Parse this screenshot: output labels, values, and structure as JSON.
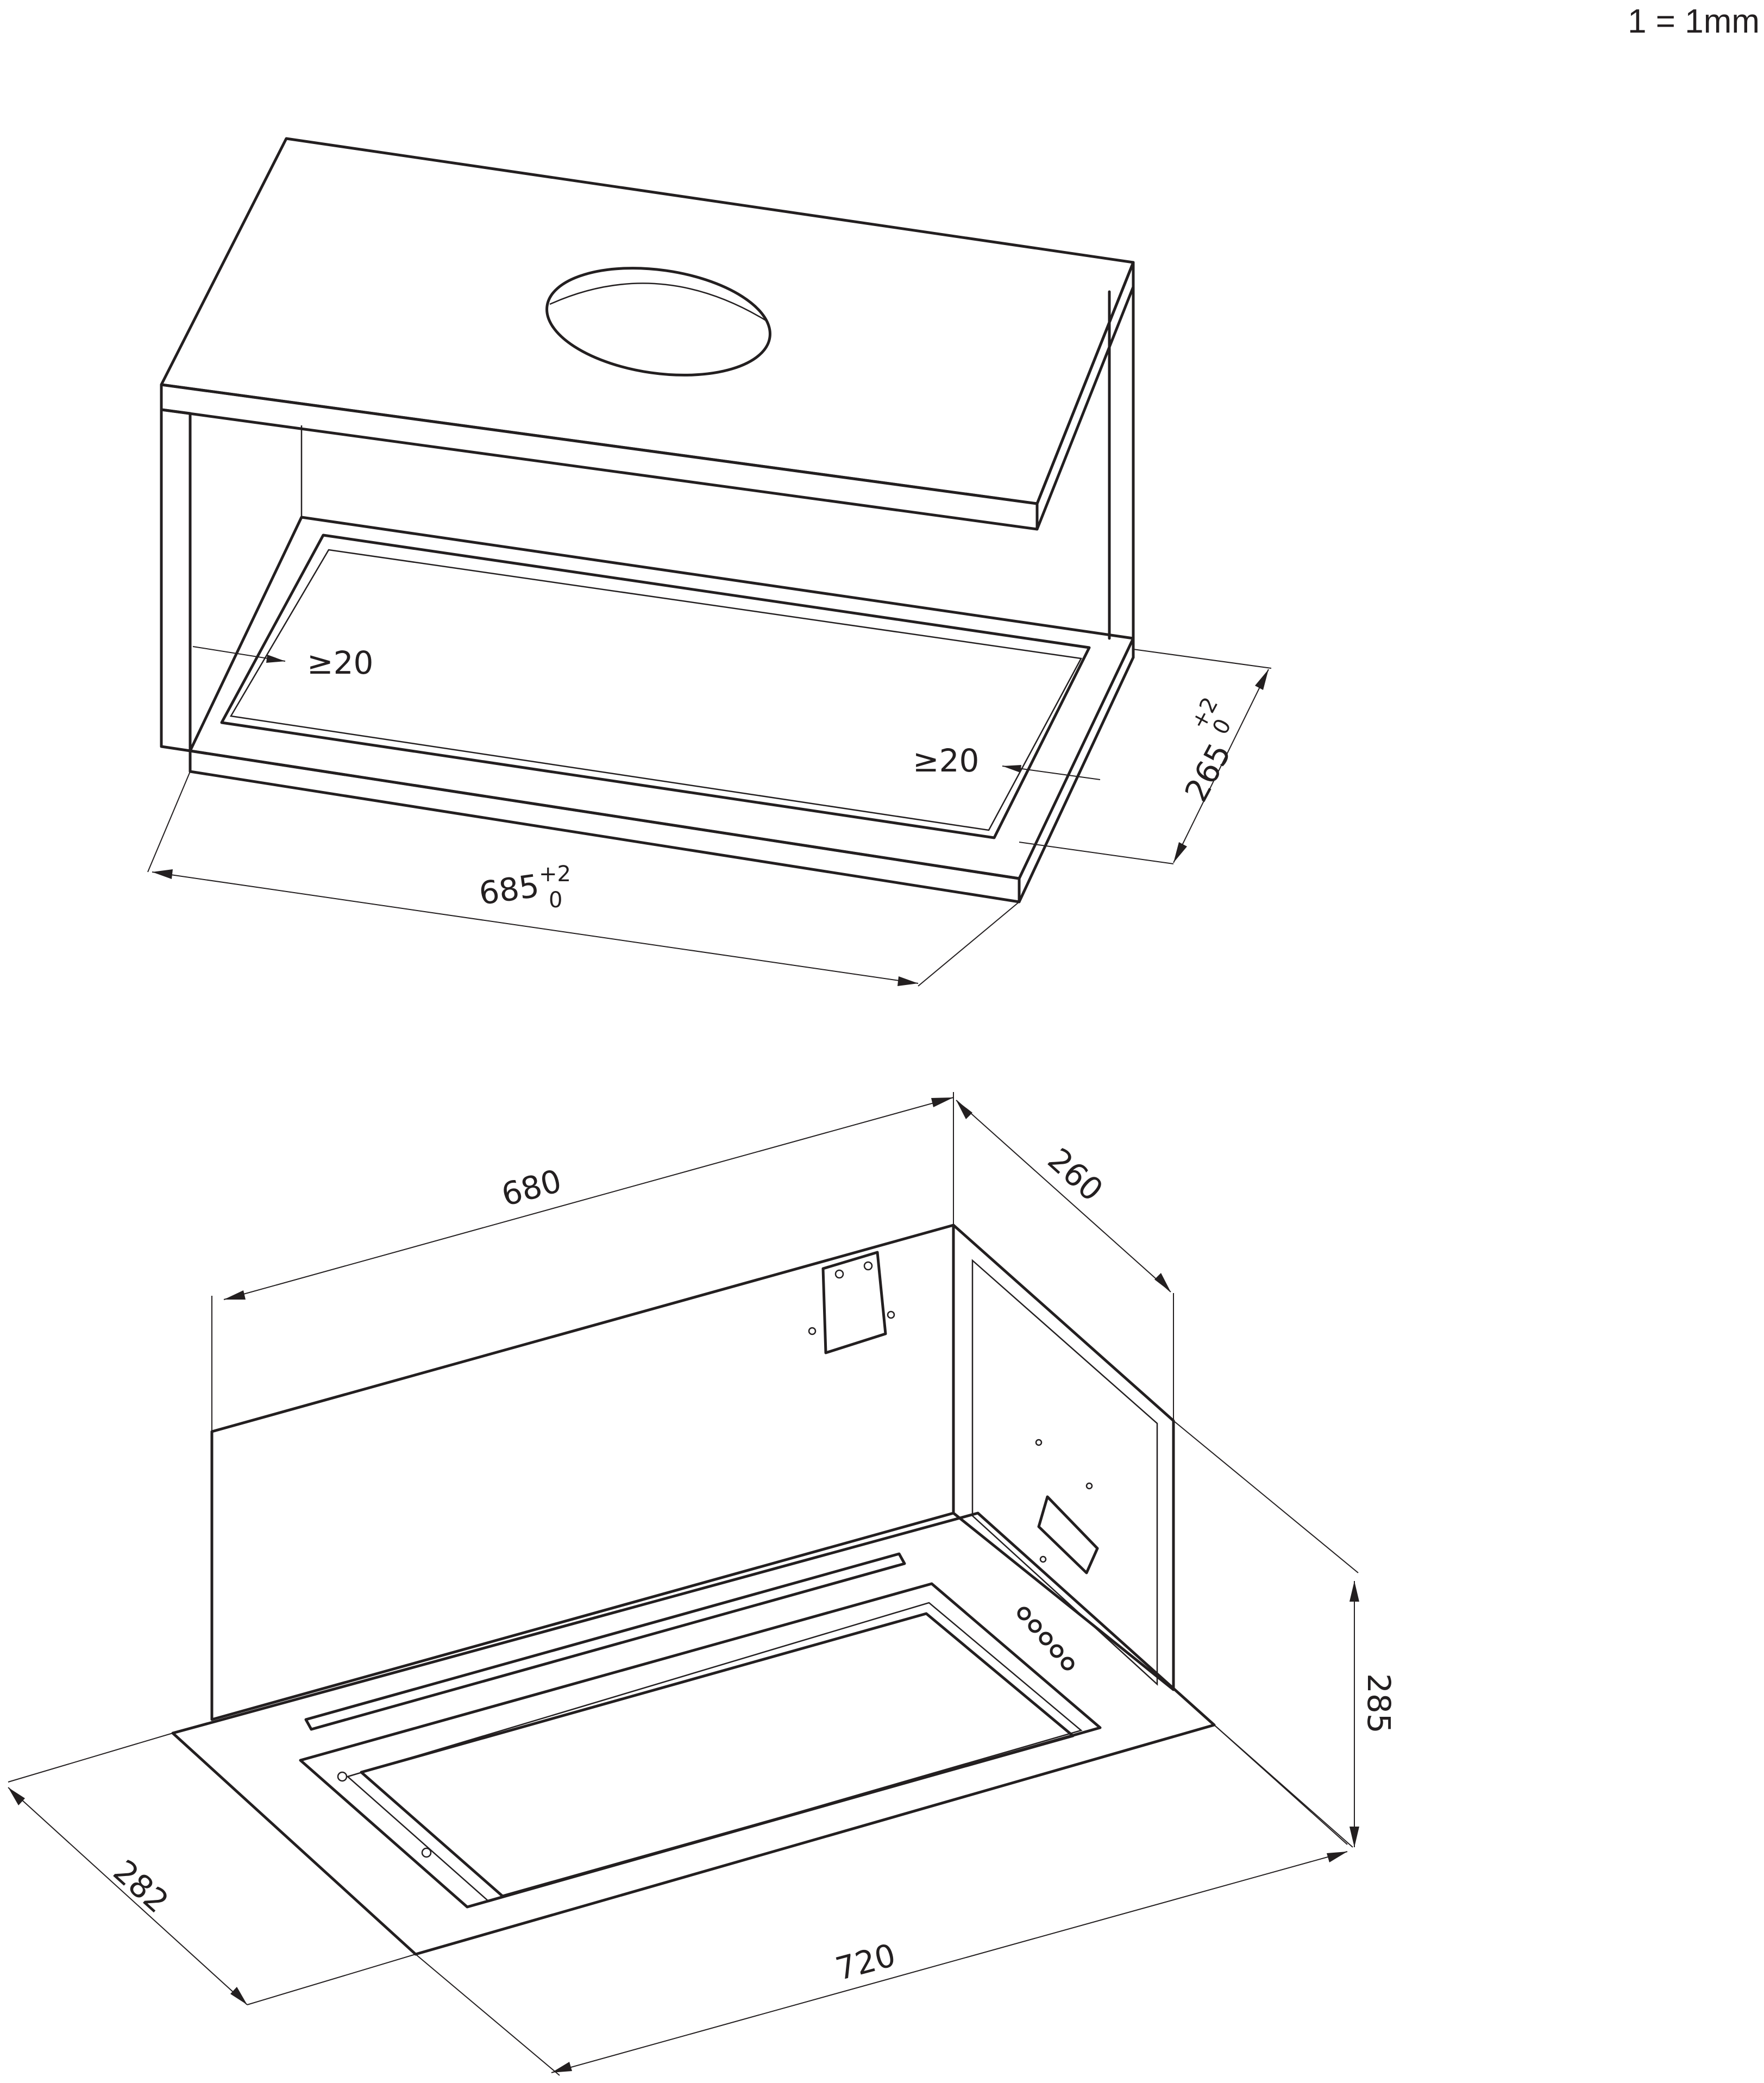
{
  "scale_note": "1 = 1mm",
  "cabinet": {
    "dim_width": {
      "value": "685",
      "tol_upper": "+2",
      "tol_lower": "0"
    },
    "dim_depth": {
      "value": "265",
      "tol_upper": "+2",
      "tol_lower": "0"
    },
    "clearance_left": "≥20",
    "clearance_right": "≥20"
  },
  "hood": {
    "dim_body_width": "680",
    "dim_body_depth": "260",
    "dim_height": "285",
    "dim_panel_width": "720",
    "dim_panel_depth": "282"
  },
  "colors": {
    "line": "#231f20",
    "background": "#ffffff"
  }
}
